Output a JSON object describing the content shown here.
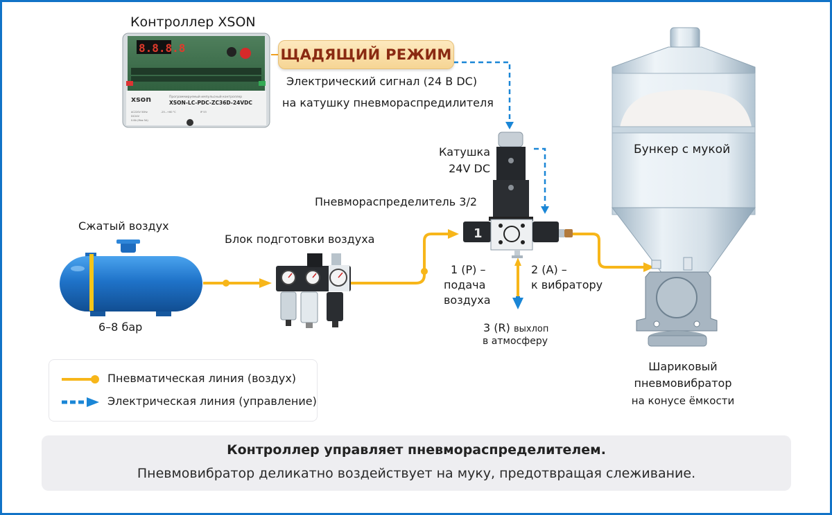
{
  "colors": {
    "border": "#1173c7",
    "pneumatic_line": "#f7b61a",
    "electric_line": "#1a86d6",
    "tank_blue": "#1f73c9",
    "badge_text": "#8a2a12",
    "badge_bg": "#f8dba0",
    "summary_bg": "#eeeef1"
  },
  "controller": {
    "title": "Контроллер XSON",
    "display": "8.8.8.8",
    "brand": "xson",
    "subtitle": "Программируемый импульсный контроллер",
    "model": "XSON-LC-PDC-ZC36D-24VDC",
    "specs": [
      "AC220V 50Hz",
      "DC24V",
      "0.8A (Max 5A)",
      "-25...+60 °C",
      "IP 53"
    ]
  },
  "mode_badge": "ЩАДЯЩИЙ РЕЖИМ",
  "signal_label": {
    "line1": "Электрический сигнал (24 В DC)",
    "line2": "на катушку пневмораспредилителя"
  },
  "coil_label": {
    "line1": "Катушка",
    "line2": "24V DC"
  },
  "valve_label": "Пневмораспределитель 3/2",
  "valve_port_number": "1",
  "tank": {
    "title": "Сжатый воздух",
    "pressure": "6–8 бар"
  },
  "frl_unit": {
    "title": "Блок подготовки воздуха"
  },
  "ports": {
    "p": {
      "line1": "1 (P) –",
      "line2": "подача",
      "line3": "воздуха"
    },
    "a": {
      "line1": "2 (A) –",
      "line2": "к вибратору"
    },
    "r": {
      "line1a": "3 (R)",
      "line1b": "выхлоп",
      "line2": "в атмосферу"
    }
  },
  "hopper": {
    "label": "Бункер с мукой"
  },
  "vibrator": {
    "line1": "Шариковый",
    "line2": "пневмовибратор",
    "line3": "на конусе ёмкости"
  },
  "legend": [
    {
      "icon": "pneumatic-line-swatch",
      "label": "Пневматическая линия (воздух)"
    },
    {
      "icon": "electric-line-swatch",
      "label": "Электрическая линия (управление)"
    }
  ],
  "summary": {
    "line1": "Контроллер управляет пневмораспределителем.",
    "line2": "Пневмовибратор деликатно воздействует на муку, предотвращая слеживание."
  }
}
